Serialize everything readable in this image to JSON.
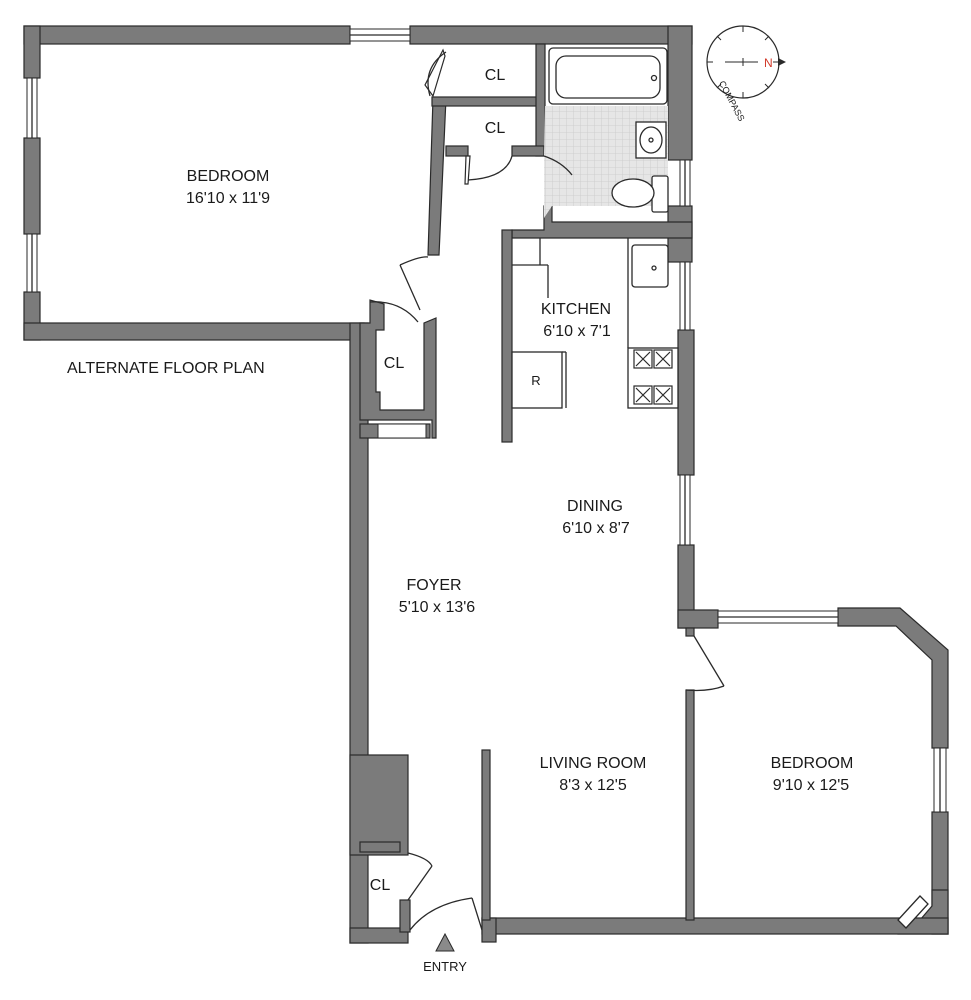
{
  "rooms": {
    "bedroom_large": {
      "name": "BEDROOM",
      "dims": "16'10 x 11'9"
    },
    "kitchen": {
      "name": "KITCHEN",
      "dims": "6'10  x 7'1"
    },
    "dining": {
      "name": "DINING",
      "dims": "6'10 x 8'7"
    },
    "foyer": {
      "name": "FOYER",
      "dims": "5'10 x 13'6"
    },
    "living_room": {
      "name": "LIVING ROOM",
      "dims": "8'3 x 12'5"
    },
    "bedroom_small": {
      "name": "BEDROOM",
      "dims": "9'10 x 12'5"
    }
  },
  "closets": {
    "label": "CL"
  },
  "refrigerator": {
    "label": "R"
  },
  "alternate_label": "ALTERNATE FLOOR PLAN",
  "entry_label": "ENTRY",
  "compass": {
    "ring_text": "COMPASS",
    "north": "N"
  },
  "colors": {
    "wall": "#7b7b7b",
    "floor": "#ffffff",
    "tile": "#e4e4e4",
    "north": "#d23a2a"
  }
}
